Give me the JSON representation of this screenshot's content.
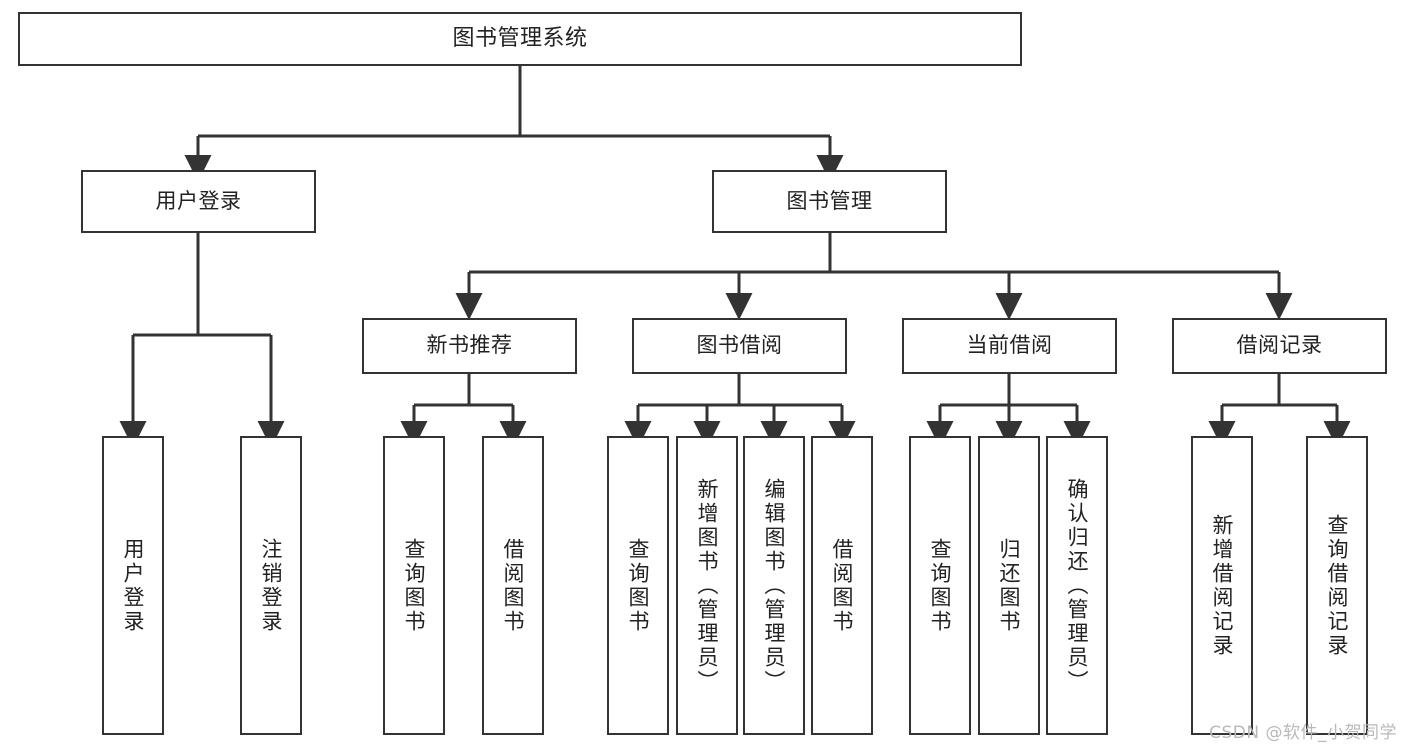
{
  "diagram": {
    "type": "tree-hierarchy",
    "title": "图书管理系统",
    "accent_border_color": "#333333",
    "background_color": "#ffffff",
    "nodes": {
      "root": {
        "label": "图书管理系统"
      },
      "level1": [
        {
          "label": "用户登录"
        },
        {
          "label": "图书管理"
        }
      ],
      "level2": [
        {
          "label": "新书推荐"
        },
        {
          "label": "图书借阅"
        },
        {
          "label": "当前借阅"
        },
        {
          "label": "借阅记录"
        }
      ],
      "leaves_user_login": [
        {
          "label": "用户登录"
        },
        {
          "label": "注销登录"
        }
      ],
      "leaves_new_book": [
        {
          "label": "查询图书"
        },
        {
          "label": "借阅图书"
        }
      ],
      "leaves_borrow": [
        {
          "label": "查询图书"
        },
        {
          "label": "新增图书（管理员）"
        },
        {
          "label": "编辑图书（管理员）"
        },
        {
          "label": "借阅图书"
        }
      ],
      "leaves_current": [
        {
          "label": "查询图书"
        },
        {
          "label": "归还图书"
        },
        {
          "label": "确认归还（管理员）"
        }
      ],
      "leaves_records": [
        {
          "label": "新增借阅记录"
        },
        {
          "label": "查询借阅记录"
        }
      ]
    },
    "watermark": "CSDN @软件_小贺同学"
  }
}
